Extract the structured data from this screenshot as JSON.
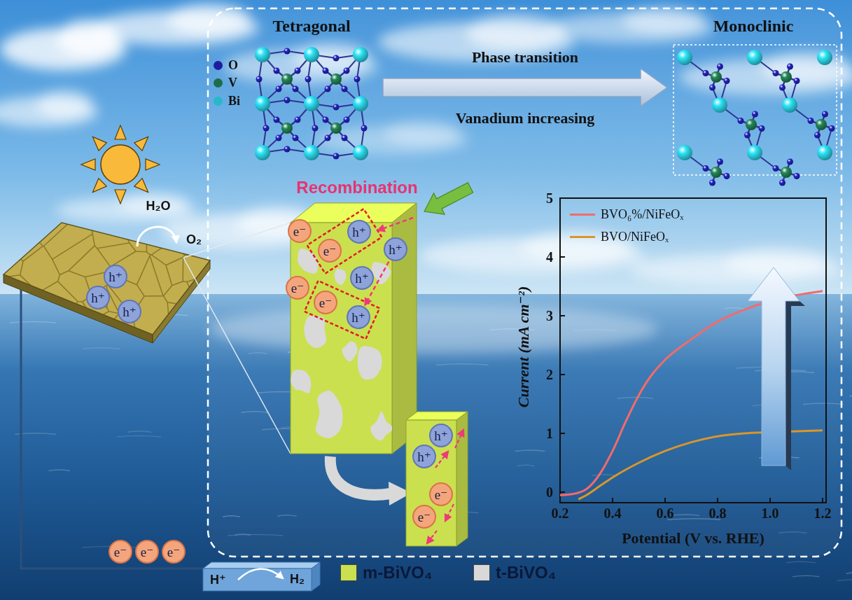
{
  "diagram": {
    "nodes": [
      {
        "text": [
          "Tetragonal"
        ]
      },
      {
        "text": [
          "Monoclinic"
        ]
      },
      {
        "text": [
          "e⁻"
        ]
      },
      {
        "text": [
          "h⁺"
        ]
      },
      {
        "text": [
          "h⁺"
        ]
      },
      {
        "text": [
          "e⁻"
        ]
      },
      {
        "text": [
          "h⁺"
        ]
      },
      {
        "text": [
          "h⁺"
        ]
      },
      {
        "text": [
          "e⁻"
        ]
      },
      {
        "text": [
          "h⁺"
        ]
      },
      {
        "text": [
          "e⁻"
        ]
      },
      {
        "text": [
          "h⁺"
        ]
      },
      {
        "text": [
          "h⁺"
        ]
      },
      {
        "text": [
          "h⁺"
        ]
      },
      {
        "text": [
          "h⁺"
        ]
      },
      {
        "text": [
          "e⁻"
        ]
      },
      {
        "text": [
          "e⁻"
        ]
      },
      {
        "text": [
          "e⁻"
        ]
      },
      {
        "text": [
          "e⁻"
        ]
      },
      {
        "text": [
          "e⁻"
        ]
      }
    ],
    "edges": [
      {
        "from": 0,
        "to": 1,
        "label": "Phase transition",
        "arrow": "to"
      },
      {
        "from": 4,
        "to": 12,
        "arrow": "to"
      }
    ],
    "labels": [
      "Vanadium increasing",
      "Recombination",
      "H₂O",
      "O₂",
      "H⁺",
      "H₂",
      "Current (mA cm⁻²)",
      "Potential (V vs. RHE)",
      "0",
      "1",
      "2",
      "3",
      "4",
      "5",
      "0.2",
      "0.4",
      "0.6",
      "0.8",
      "1.0",
      "1.2"
    ],
    "legend": [
      {
        "text": "O",
        "color": "#1d1d9e"
      },
      {
        "text": "V",
        "color": "#1d6e47"
      },
      {
        "text": "Bi",
        "color": "#25b9c9"
      },
      {
        "text": "BVO₆%/NiFeOₓ"
      },
      {
        "text": "BVO/NiFeOₓ"
      },
      {
        "text": "m-BiVO₄",
        "color": "#cbe04f"
      },
      {
        "text": "t-BiVO₄",
        "color": "#d9d9d9"
      }
    ]
  }
}
